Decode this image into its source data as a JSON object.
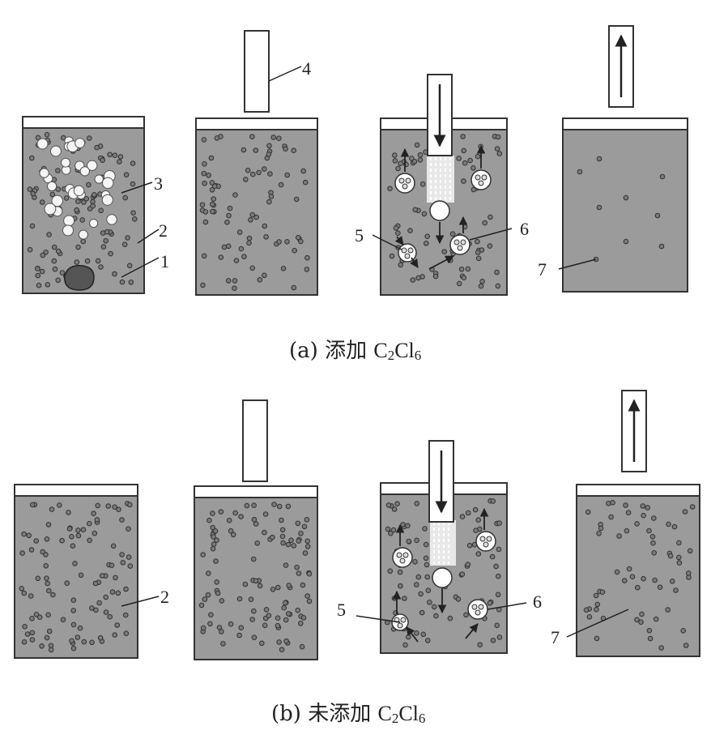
{
  "rows": [
    {
      "id": "a",
      "caption": {
        "prefix": "(a)",
        "text": "添加",
        "formula": "C",
        "sub1": "2",
        "mid": "Cl",
        "sub2": "6"
      },
      "labels": [
        "1",
        "2",
        "3",
        "4",
        "5",
        "6",
        "7"
      ]
    },
    {
      "id": "b",
      "caption": {
        "prefix": "(b)",
        "text": "未添加",
        "formula": "C",
        "sub1": "2",
        "mid": "Cl",
        "sub2": "6"
      },
      "labels": [
        "2",
        "5",
        "6",
        "7"
      ]
    }
  ],
  "colors": {
    "melt": "#9b9b9b",
    "border": "#333333",
    "bubble": "#f4f4f4",
    "particle": "#7a7a7a"
  }
}
